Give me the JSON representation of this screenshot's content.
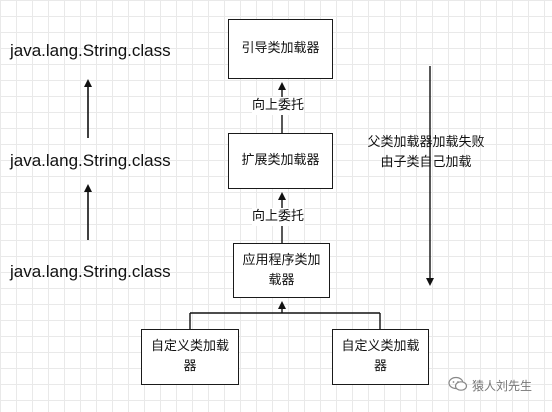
{
  "loaders": {
    "bootstrap": "引导类加载器",
    "extension": "扩展类加载器",
    "application": "应用程序类加载器",
    "custom_left": "自定义类加载器",
    "custom_right": "自定义类加载器"
  },
  "delegation_labels": [
    "向上委托",
    "向上委托"
  ],
  "class_names": [
    "java.lang.String.class",
    "java.lang.String.class",
    "java.lang.String.class"
  ],
  "fallback_note": "父类加载器加载失败\n由子类自己加载",
  "watermark": {
    "text": "猿人刘先生",
    "icon": "wechat-icon"
  }
}
